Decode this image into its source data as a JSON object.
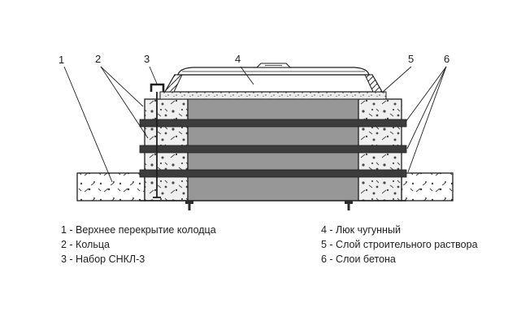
{
  "drawing": {
    "callouts": [
      {
        "label": "1"
      },
      {
        "label": "2"
      },
      {
        "label": "3"
      },
      {
        "label": "4"
      },
      {
        "label": "5"
      },
      {
        "label": "6"
      }
    ]
  },
  "legend": {
    "left": [
      {
        "text": "1 - Верхнее перекрытие колодца"
      },
      {
        "text": "2 - Кольца"
      },
      {
        "text": "3 - Набор СНКЛ-3"
      }
    ],
    "right": [
      {
        "text": "4 - Люк чугунный"
      },
      {
        "text": "5 - Слой строительного раствора"
      },
      {
        "text": "6 - Слои бетона"
      }
    ]
  },
  "colors": {
    "line": "#1e1e1e",
    "center_fill": "#979797",
    "band_fill": "#3c3c3c",
    "wall_fill": "#f0f0f0",
    "background": "#ffffff"
  }
}
